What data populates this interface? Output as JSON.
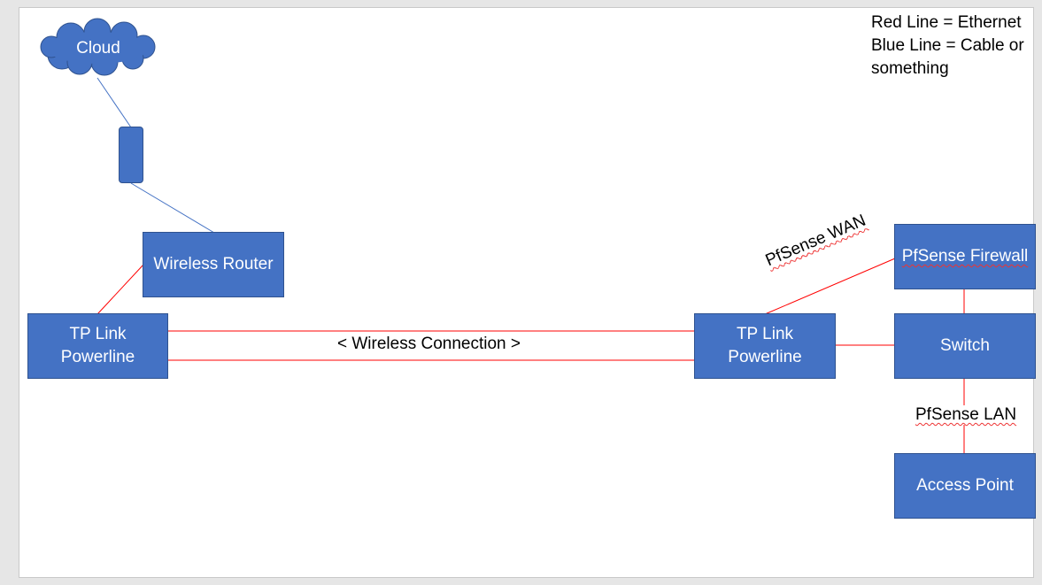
{
  "colors": {
    "node_fill": "#4472c4",
    "node_border": "#2f528f",
    "ethernet_line": "#ff0000",
    "cable_line": "#4472c4"
  },
  "legend": {
    "line1": "Red Line = Ethernet",
    "line2": "Blue Line = Cable or",
    "line3": "something"
  },
  "nodes": {
    "cloud": "Cloud",
    "modem": "",
    "wireless_router": "Wireless Router",
    "tplink_left": "TP Link\nPowerline",
    "tplink_right": "TP Link\nPowerline",
    "pfsense_firewall": "PfSense Firewall",
    "switch": "Switch",
    "access_point": "Access Point"
  },
  "labels": {
    "wireless_connection": "< Wireless Connection >",
    "pfsense_wan": "PfSense WAN",
    "pfsense_lan": "PfSense LAN"
  }
}
